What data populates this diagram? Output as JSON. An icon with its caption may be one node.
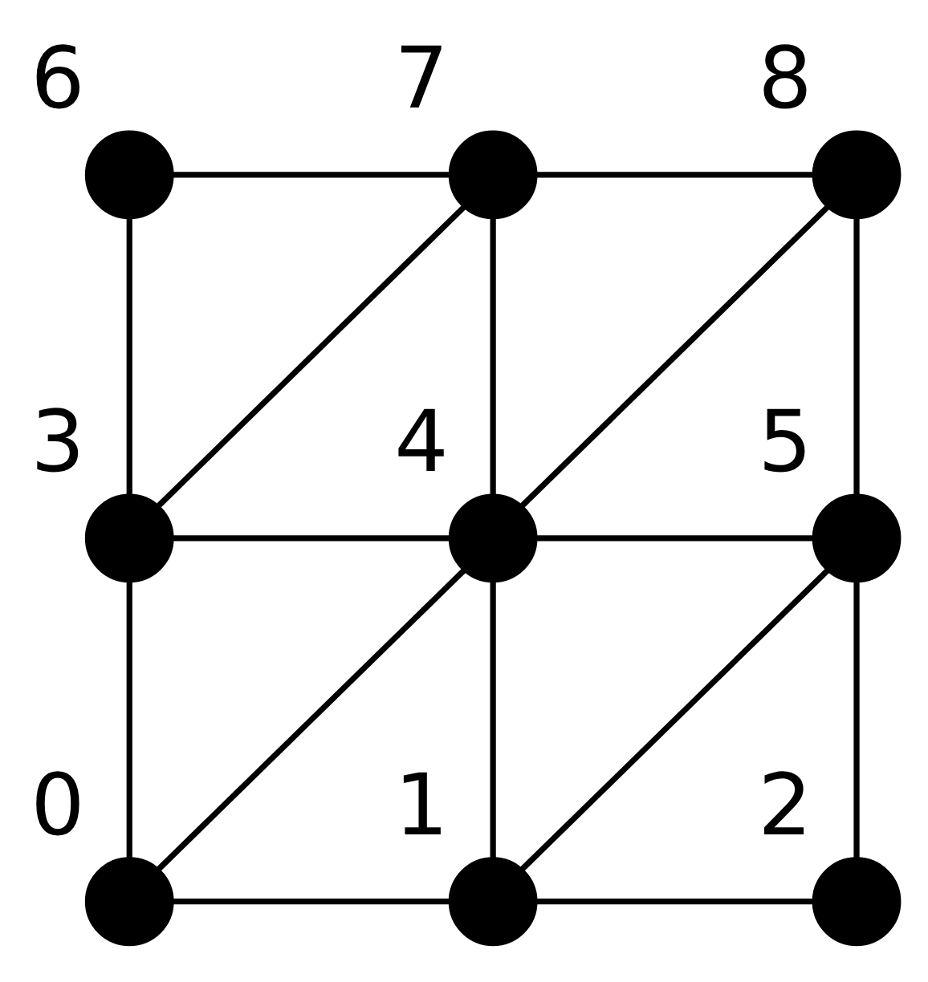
{
  "diagram": {
    "nodes": [
      {
        "text": [],
        "shape": "circle",
        "beside": [
          "6"
        ]
      },
      {
        "text": [],
        "shape": "circle",
        "beside": [
          "7"
        ]
      },
      {
        "text": [],
        "shape": "circle",
        "beside": [
          "8"
        ]
      },
      {
        "text": [],
        "shape": "circle",
        "beside": [
          "3"
        ]
      },
      {
        "text": [],
        "shape": "circle",
        "beside": [
          "4"
        ]
      },
      {
        "text": [],
        "shape": "circle",
        "beside": [
          "5"
        ]
      },
      {
        "text": [],
        "shape": "circle",
        "beside": [
          "0"
        ]
      },
      {
        "text": [],
        "shape": "circle",
        "beside": [
          "1"
        ]
      },
      {
        "text": [],
        "shape": "circle",
        "beside": [
          "2"
        ]
      }
    ],
    "edges": [
      {
        "from": 0,
        "to": 1,
        "arrow": "none"
      },
      {
        "from": 1,
        "to": 2,
        "arrow": "none"
      },
      {
        "from": 3,
        "to": 4,
        "arrow": "none"
      },
      {
        "from": 4,
        "to": 5,
        "arrow": "none"
      },
      {
        "from": 6,
        "to": 7,
        "arrow": "none"
      },
      {
        "from": 7,
        "to": 8,
        "arrow": "none"
      },
      {
        "from": 0,
        "to": 3,
        "arrow": "none"
      },
      {
        "from": 1,
        "to": 4,
        "arrow": "none"
      },
      {
        "from": 2,
        "to": 5,
        "arrow": "none"
      },
      {
        "from": 3,
        "to": 6,
        "arrow": "none"
      },
      {
        "from": 4,
        "to": 7,
        "arrow": "none"
      },
      {
        "from": 5,
        "to": 8,
        "arrow": "none"
      },
      {
        "from": 1,
        "to": 3,
        "arrow": "none"
      },
      {
        "from": 2,
        "to": 4,
        "arrow": "none"
      },
      {
        "from": 4,
        "to": 6,
        "arrow": "none"
      },
      {
        "from": 5,
        "to": 7,
        "arrow": "none"
      }
    ]
  }
}
